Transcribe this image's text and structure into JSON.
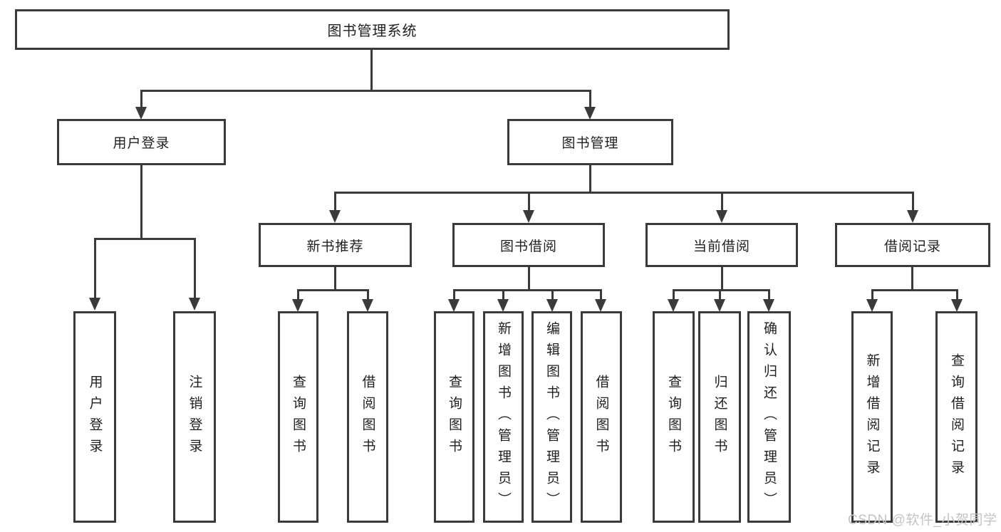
{
  "title": "图书管理系统",
  "tree": {
    "root": "图书管理系统",
    "branches": [
      {
        "label": "用户登录",
        "children": [
          "用户登录",
          "注销登录"
        ]
      },
      {
        "label": "图书管理",
        "children": [
          {
            "label": "新书推荐",
            "children": [
              "查询图书",
              "借阅图书"
            ]
          },
          {
            "label": "图书借阅",
            "children": [
              "查询图书",
              "新增图书（管理员）",
              "编辑图书（管理员）",
              "借阅图书"
            ]
          },
          {
            "label": "当前借阅",
            "children": [
              "查询图书",
              "归还图书",
              "确认归还（管理员）"
            ]
          },
          {
            "label": "借阅记录",
            "children": [
              "新增借阅记录",
              "查询借阅记录"
            ]
          }
        ]
      }
    ]
  },
  "watermark": "CSDN @软件_小贺同学",
  "colors": {
    "line": "#3a3a3a",
    "text": "#1f1f1f",
    "watermark": "#c4c4c4",
    "background": "#ffffff"
  }
}
